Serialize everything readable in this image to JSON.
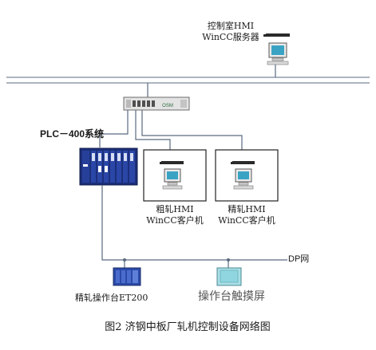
{
  "control_room": {
    "line1": "控制室HMI",
    "line2": "WinCC服务器"
  },
  "network": {
    "switch_label": "OSM"
  },
  "plc": {
    "title": "PLC－400系统"
  },
  "rough_client": {
    "line1": "粗轧HMI",
    "line2": "WinCC客户机"
  },
  "finish_client": {
    "line1": "精轧HMI",
    "line2": "WinCC客户机"
  },
  "dp_bus": {
    "label": "DP网"
  },
  "et200": {
    "label": "精轧操作台ET200"
  },
  "touch_panel": {
    "label": "操作台触摸屏"
  },
  "caption": {
    "text": "图2 济钢中板厂轧机控制设备网络图"
  },
  "colors": {
    "line": "#5a6a80",
    "plc_blue": "#1c2f7a",
    "monitor_screen": "#3aa3c4",
    "panel_screen": "#8fd6e0"
  }
}
